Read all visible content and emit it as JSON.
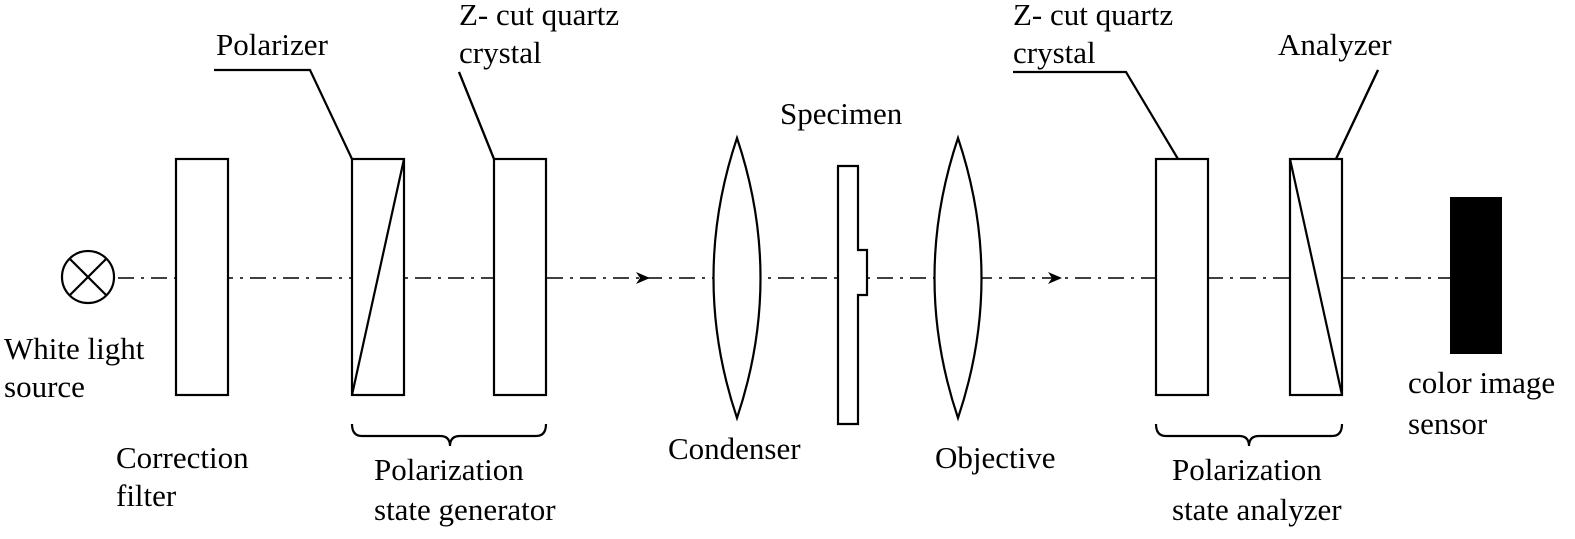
{
  "labels": {
    "light_source": [
      "White light",
      "source"
    ],
    "correction_filter": [
      "Correction",
      "filter"
    ],
    "polarizer": "Polarizer",
    "quartz_1": [
      "Z- cut quartz",
      "crystal"
    ],
    "psg": [
      "Polarization",
      "state generator"
    ],
    "condenser": "Condenser",
    "specimen": "Specimen",
    "objective": "Objective",
    "quartz_2": [
      "Z- cut quartz",
      "crystal"
    ],
    "analyzer": "Analyzer",
    "psa": [
      "Polarization",
      "state analyzer"
    ],
    "sensor": [
      "color image",
      "sensor"
    ]
  },
  "icons": {
    "light_source": "circle-cross-icon",
    "direction_arrows": "arrowhead-icon"
  },
  "colors": {
    "line": "#000000",
    "sensor_fill": "#000000",
    "background": "#ffffff"
  }
}
